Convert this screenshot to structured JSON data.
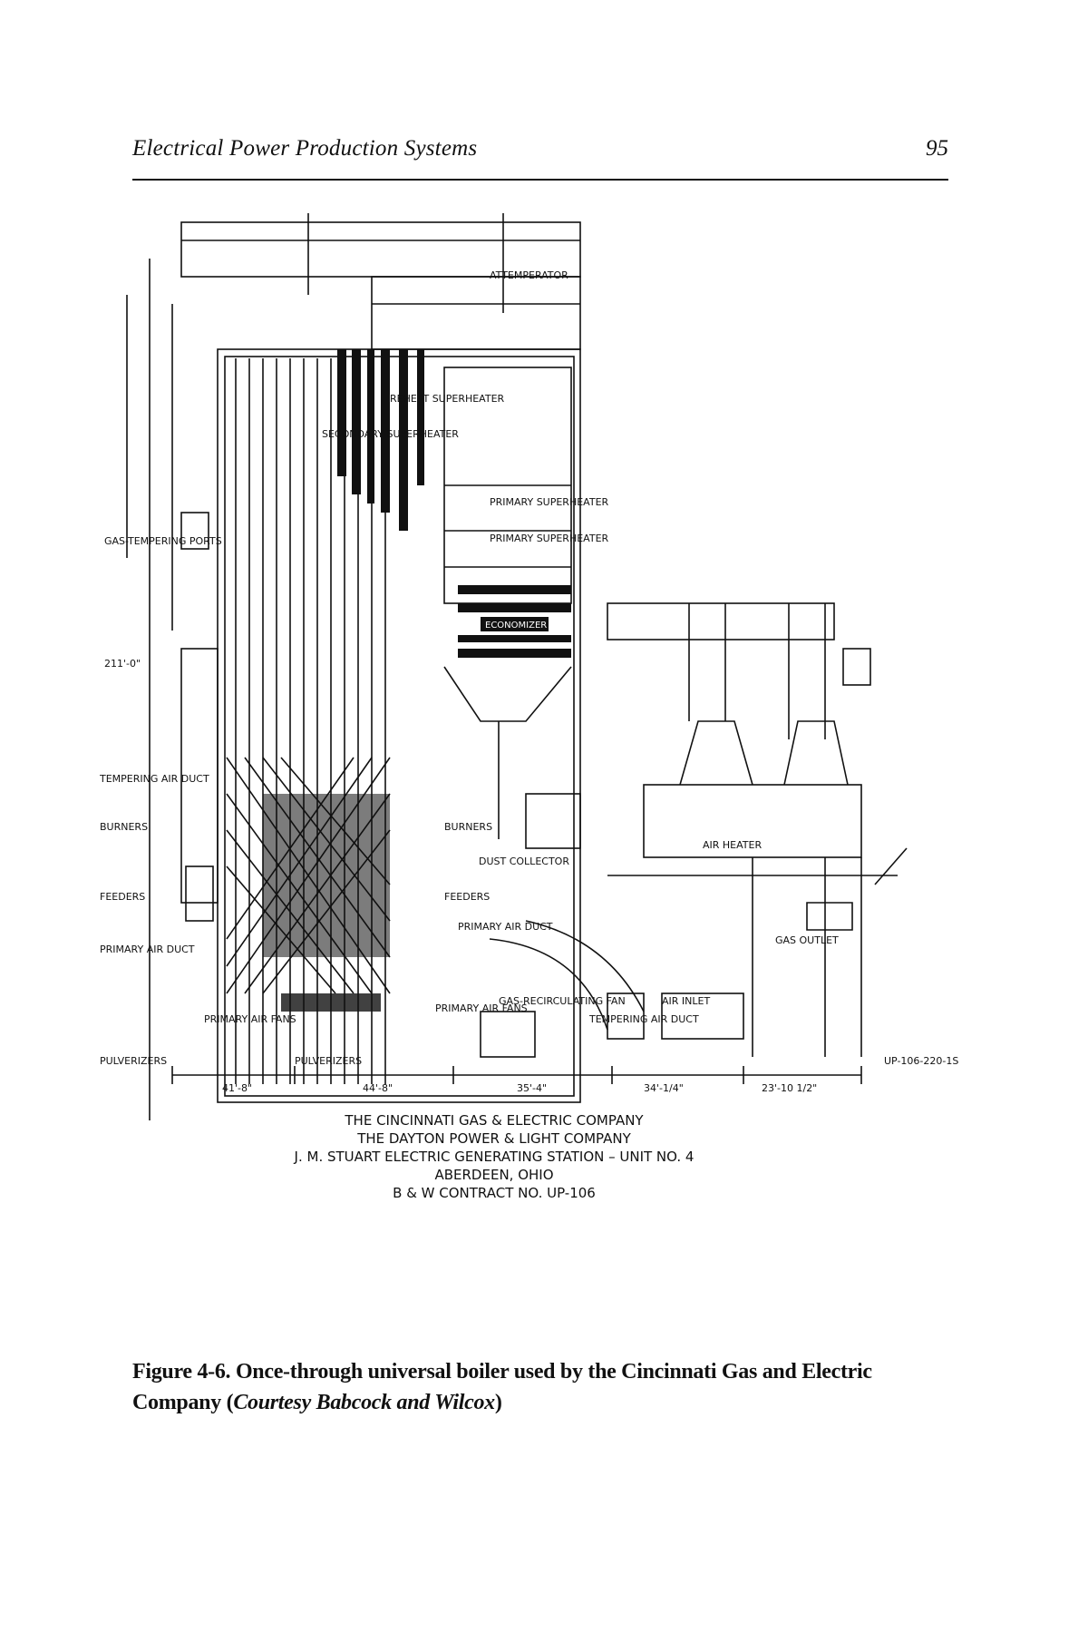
{
  "header": {
    "running_title": "Electrical Power Production Systems",
    "page_number": "95"
  },
  "figure": {
    "labels": {
      "attemperator": "ATTEMPERATOR",
      "reheat_superheater": "REHEAT SUPERHEATER",
      "secondary_superheater": "SECONDARY SUPERHEATER",
      "primary_superheater": "PRIMARY SUPERHEATER",
      "primary_superheater_2": "PRIMARY SUPERHEATER",
      "economizer": "ECONOMIZER",
      "gas_tempering_ports": "GAS-TEMPERING PORTS",
      "height": "211'-0\"",
      "tempering_air_duct_left": "TEMPERING AIR DUCT",
      "burners_left": "BURNERS",
      "burners_right": "BURNERS",
      "feeders_left": "FEEDERS",
      "feeders_right": "FEEDERS",
      "dust_collector": "DUST COLLECTOR",
      "primary_air_duct_left": "PRIMARY AIR DUCT",
      "primary_air_duct_right": "PRIMARY AIR DUCT",
      "air_heater": "AIR HEATER",
      "gas_outlet": "GAS OUTLET",
      "air_inlet": "AIR INLET",
      "gas_recirculating_fan": "GAS-RECIRCULATING FAN",
      "primary_air_fans_left": "PRIMARY AIR FANS",
      "primary_air_fans_right": "PRIMARY AIR FANS",
      "tempering_air_duct_right": "TEMPERING AIR DUCT",
      "pulverizers_left": "PULVERIZERS",
      "pulverizers_mid": "PULVERIZERS",
      "drawing_number": "UP-106-220-1S",
      "dim_1": "41'-8\"",
      "dim_2": "44'-8\"",
      "dim_3": "35'-4\"",
      "dim_4": "34'-1/4\"",
      "dim_5": "23'-10 1/2\""
    },
    "title_block": [
      "THE CINCINNATI GAS & ELECTRIC COMPANY",
      "THE DAYTON POWER & LIGHT COMPANY",
      "J. M. STUART ELECTRIC GENERATING STATION – UNIT NO. 4",
      "ABERDEEN, OHIO",
      "B & W CONTRACT NO. UP-106"
    ]
  },
  "caption": {
    "text": "Figure 4-6. Once-through universal boiler used by the Cincinnati Gas and Electric Company (",
    "credit": "Courtesy Babcock and Wilcox",
    "close": ")"
  }
}
